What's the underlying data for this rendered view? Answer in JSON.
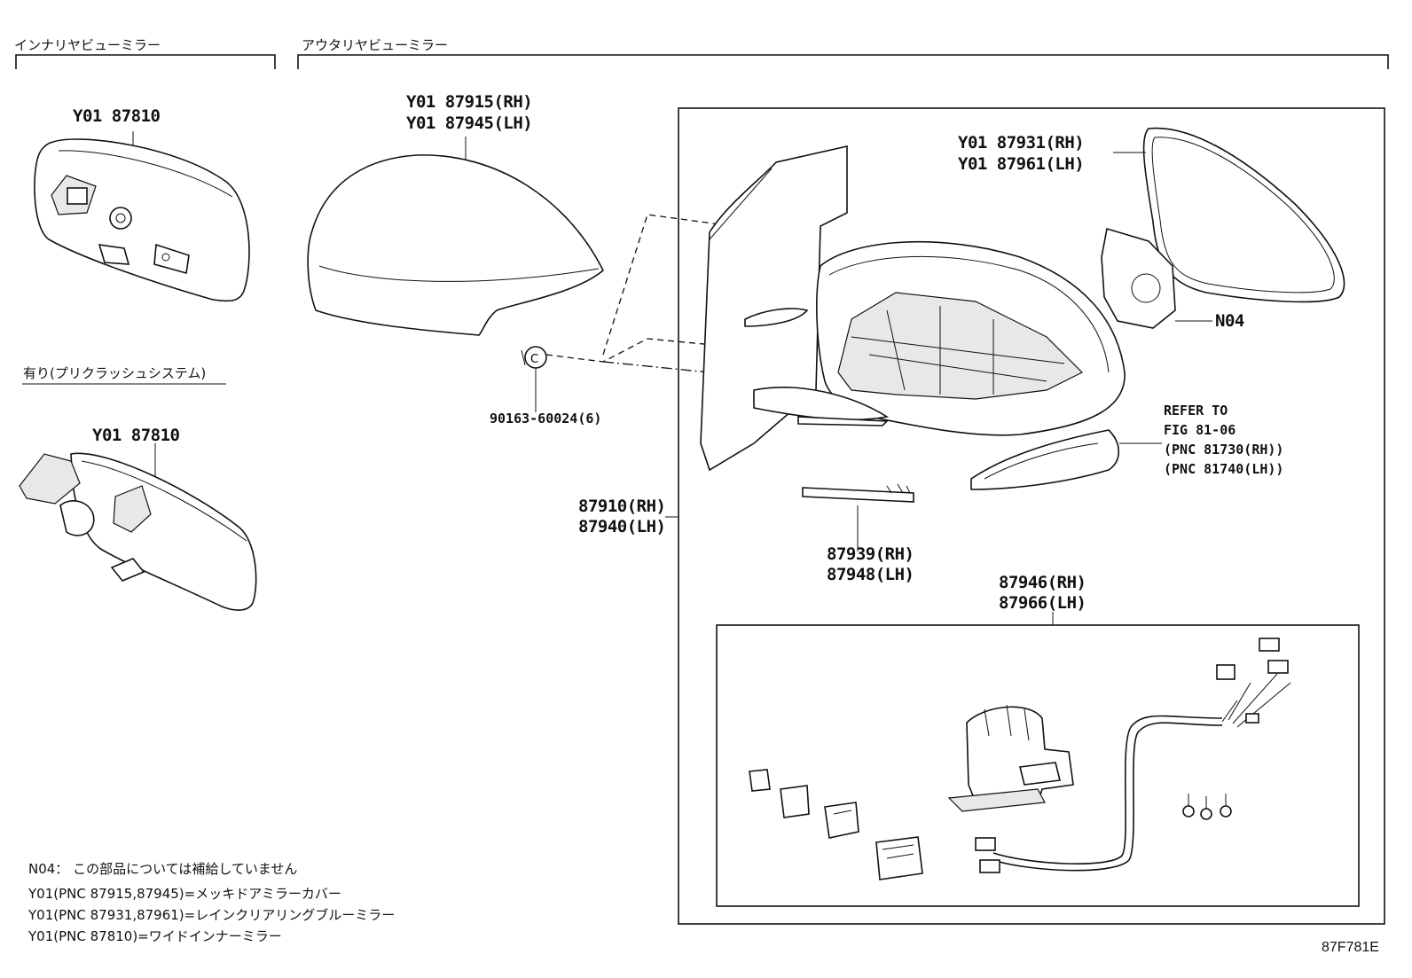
{
  "sections": {
    "inner": "インナリヤビューミラー",
    "outer": "アウタリヤビューミラー",
    "precrash": "有り(プリクラッシュシステム)"
  },
  "parts": {
    "inner_mirror_top": "Y01 87810",
    "inner_mirror_precrash": "Y01 87810",
    "cover_rh": "Y01 87915(RH)",
    "cover_lh": "Y01 87945(LH)",
    "clip": "90163-60024(6)",
    "mirror_glass_rh": "Y01 87931(RH)",
    "mirror_glass_lh": "Y01 87961(LH)",
    "n04": "N04",
    "refer": [
      "REFER TO",
      "FIG 81-06",
      "(PNC 81730(RH))",
      "(PNC 81740(LH))"
    ],
    "assy_rh": "87910(RH)",
    "assy_lh": "87940(LH)",
    "visor_rh": "87939(RH)",
    "visor_lh": "87948(LH)",
    "motor_rh": "87946(RH)",
    "motor_lh": "87966(LH)"
  },
  "notes": [
    "N04： この部品については補給していません",
    "Y01(PNC 87915,87945)=メッキドアミラーカバー",
    "Y01(PNC 87931,87961)=レインクリアリングブルーミラー",
    "Y01(PNC 87810)=ワイドインナーミラー"
  ],
  "figure_code": "87F781E"
}
